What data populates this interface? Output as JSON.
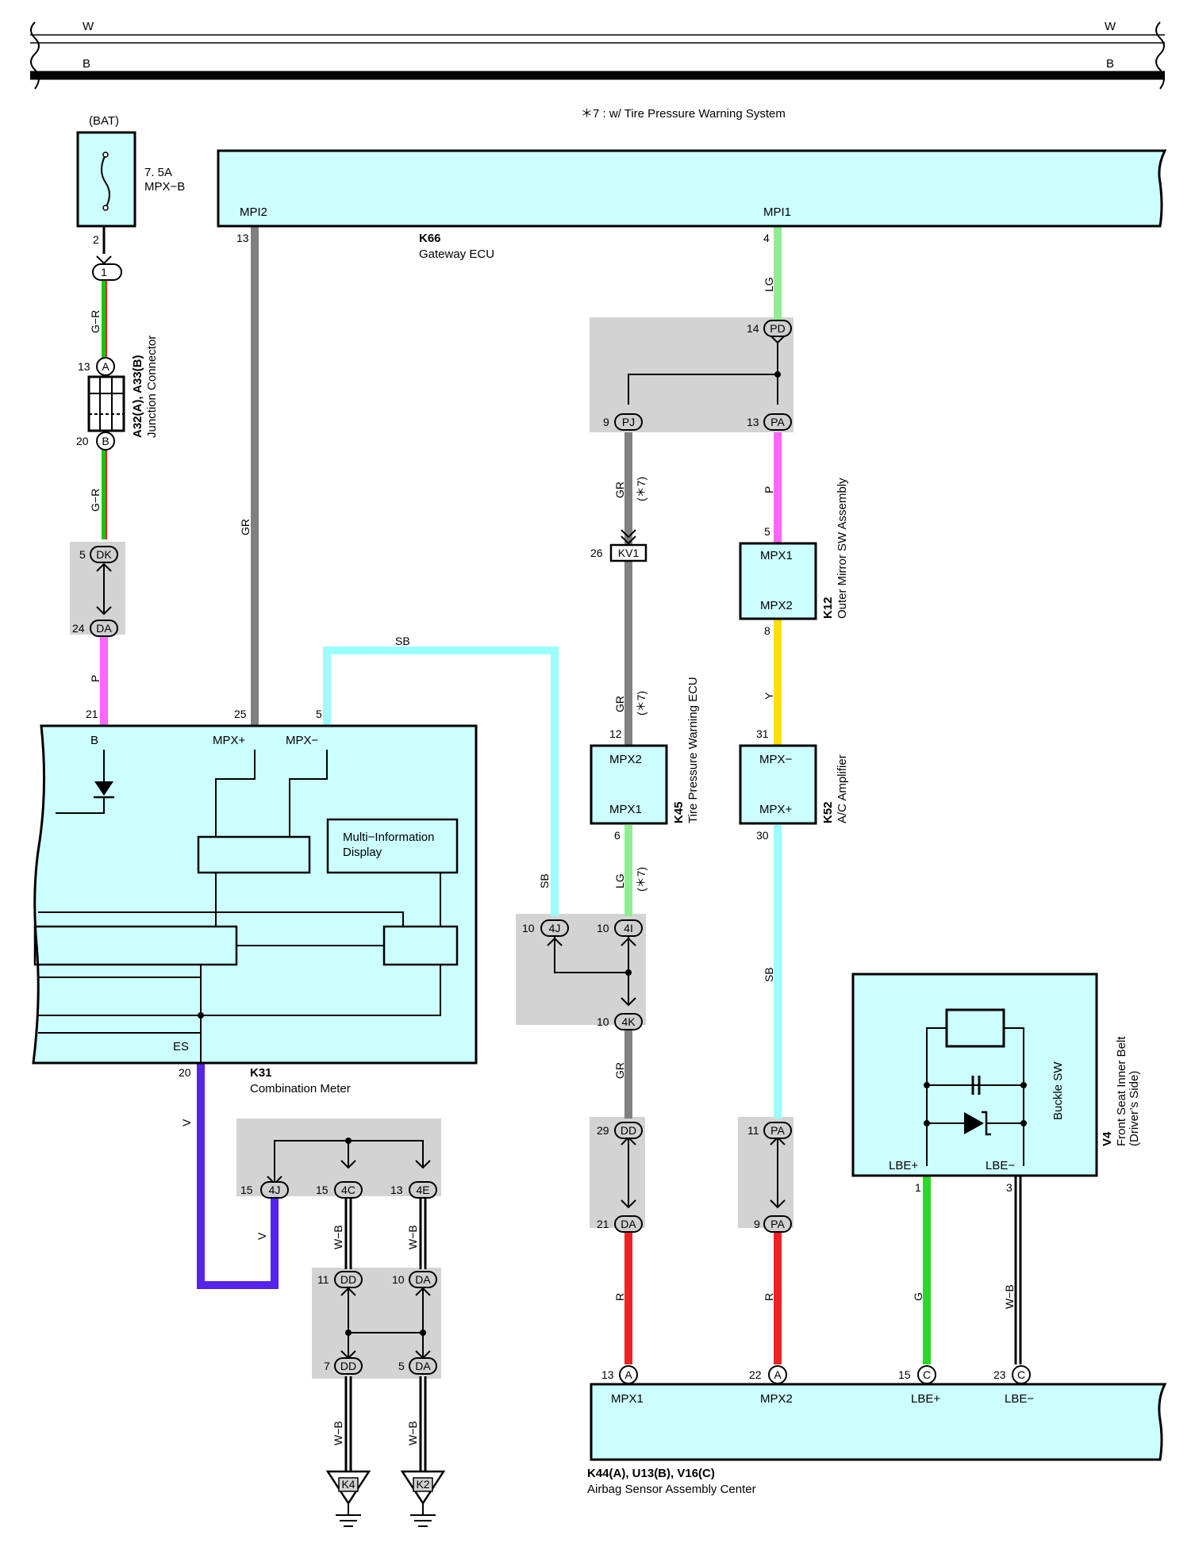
{
  "bus": {
    "w_left": "W",
    "w_right": "W",
    "b_left": "B",
    "b_right": "B"
  },
  "note": "＊7 : w/ Tire Pressure Warning System",
  "fuse": {
    "label": "(BAT)",
    "rating": "7. 5A",
    "name": "MPX−B",
    "pin": "2",
    "conn": "1"
  },
  "gateway": {
    "code": "K66",
    "name": "Gateway ECU",
    "pin_left_name": "MPI2",
    "pin_right_name": "MPI1",
    "pin_left": "13",
    "pin_right": "4"
  },
  "junction": {
    "code": "A32(A), A33(B)",
    "name": "Junction Connector",
    "pinA_num": "13",
    "pinA": "A",
    "pinB_num": "20",
    "pinB": "B"
  },
  "meter": {
    "code": "K31",
    "name": "Combination Meter",
    "b_label": "B",
    "mpx_plus": "MPX+",
    "mpx_minus": "MPX−",
    "es_label": "ES",
    "pin21": "21",
    "pin25": "25",
    "pin5": "5",
    "pin20": "20",
    "mid_label_1": "Multi−Information",
    "mid_label_2": "Display"
  },
  "tpw": {
    "code": "K45",
    "name": "Tire Pressure Warning ECU",
    "mpx2": "MPX2",
    "mpx1": "MPX1",
    "pin12": "12",
    "pin6": "6"
  },
  "mirror": {
    "code": "K12",
    "name": "Outer Mirror SW Assembly",
    "mpx1": "MPX1",
    "mpx2": "MPX2",
    "pin5": "5",
    "pin8": "8"
  },
  "ac": {
    "code": "K52",
    "name": "A/C Amplifier",
    "mpx_minus": "MPX−",
    "mpx_plus": "MPX+",
    "pin31": "31",
    "pin30": "30"
  },
  "belt": {
    "code": "V4",
    "name": "Front Seat Inner Belt",
    "side": "(Driver’s Side)",
    "sw": "Buckle SW",
    "lbe_plus": "LBE+",
    "lbe_minus": "LBE−",
    "pin1": "1",
    "pin3": "3"
  },
  "airbag": {
    "code": "K44(A), U13(B), V16(C)",
    "name": "Airbag Sensor Assembly Center",
    "mpx1": "MPX1",
    "mpx2": "MPX2",
    "lbe_plus": "LBE+",
    "lbe_minus": "LBE−",
    "pin13": "13",
    "pin13c": "A",
    "pin22": "22",
    "pin22c": "A",
    "pin15": "15",
    "pin15c": "C",
    "pin23": "23",
    "pin23c": "C"
  },
  "wires": {
    "gr_left": "GR",
    "gr_1": "GR",
    "gr_2": "GR",
    "gr_3": "GR",
    "g_r_1": "G−R",
    "g_r_2": "G−R",
    "p_1": "P",
    "p_2": "P",
    "sb_top": "SB",
    "sb_side": "SB",
    "sb_right": "SB",
    "lg_top": "LG",
    "lg_mid": "LG",
    "y": "Y",
    "v_1": "V",
    "v_2": "V",
    "r_1": "R",
    "r_2": "R",
    "g": "G",
    "wb_1": "W−B",
    "wb_2": "W−B",
    "wb_3": "W−B",
    "wb_4": "W−B",
    "wb_5": "W−B",
    "star7_1": "(＊7)",
    "star7_2": "(＊7)",
    "star7_3": "(＊7)"
  },
  "connectors": {
    "PD": {
      "num": "14",
      "code": "PD"
    },
    "PJ": {
      "num": "9",
      "code": "PJ"
    },
    "PA": {
      "num": "13",
      "code": "PA"
    },
    "KV1": {
      "num": "26",
      "code": "KV1"
    },
    "DK": {
      "num": "5",
      "code": "DK"
    },
    "DA1": {
      "num": "24",
      "code": "DA"
    },
    "c4J": {
      "num": "10",
      "code": "4J"
    },
    "c4I": {
      "num": "10",
      "code": "4I"
    },
    "c4K": {
      "num": "10",
      "code": "4K"
    },
    "DD1": {
      "num": "29",
      "code": "DD"
    },
    "DA2": {
      "num": "21",
      "code": "DA"
    },
    "PA2": {
      "num": "11",
      "code": "PA"
    },
    "PA3": {
      "num": "9",
      "code": "PA"
    },
    "c4J2": {
      "num": "15",
      "code": "4J"
    },
    "c4C": {
      "num": "15",
      "code": "4C"
    },
    "c4E": {
      "num": "13",
      "code": "4E"
    },
    "DD2": {
      "num": "11",
      "code": "DD"
    },
    "DA3": {
      "num": "10",
      "code": "DA"
    },
    "DD3": {
      "num": "7",
      "code": "DD"
    },
    "DA4": {
      "num": "5",
      "code": "DA"
    },
    "K4": {
      "code": "K4"
    },
    "K2": {
      "code": "K2"
    }
  },
  "colors": {
    "gray": "#808080",
    "cyan": "#99ffff",
    "lg": "#90ee90",
    "pink": "#ff66ff",
    "yellow": "#ffdd00",
    "violet": "#5522ee",
    "red": "#ee2222",
    "green": "#22dd22",
    "box_fill": "#ccffff"
  }
}
